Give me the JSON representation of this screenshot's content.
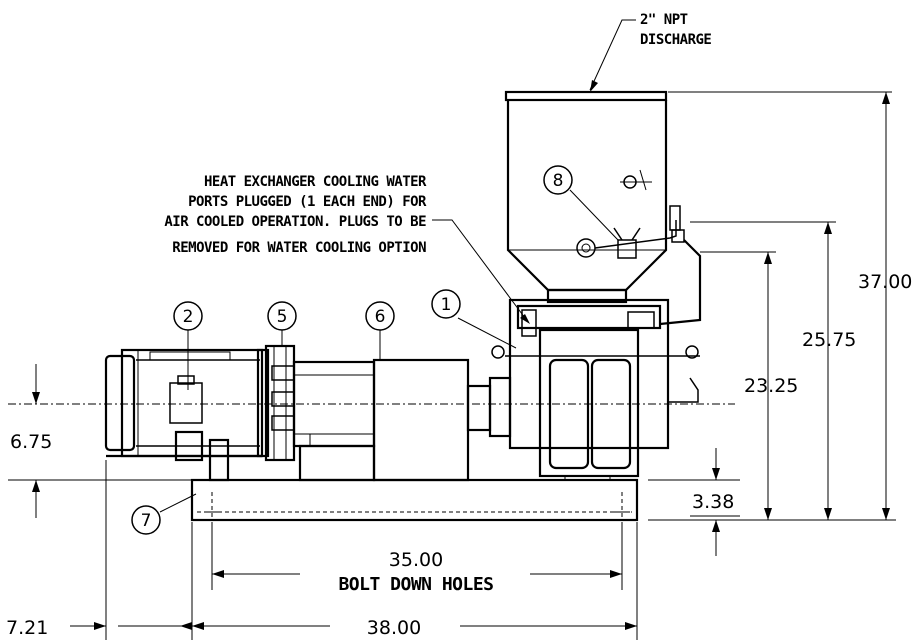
{
  "callouts": {
    "discharge_line1": "2\" NPT",
    "discharge_line2": "DISCHARGE",
    "heat_ex_line1": "HEAT EXCHANGER COOLING WATER",
    "heat_ex_line2": "PORTS PLUGGED (1 EACH END) FOR",
    "heat_ex_line3": "AIR COOLED OPERATION. PLUGS TO BE",
    "heat_ex_line4": "REMOVED FOR WATER COOLING OPTION",
    "bolt_holes": "BOLT DOWN HOLES"
  },
  "balloons": {
    "b1": "1",
    "b2": "2",
    "b5": "5",
    "b6": "6",
    "b7": "7",
    "b8": "8"
  },
  "dimensions": {
    "overall_height": "37.00",
    "discharge_height_a": "25.75",
    "discharge_height_b": "23.25",
    "shaft_height": "6.75",
    "base_height": "3.38",
    "bolt_span": "35.00",
    "overall_length": "38.00",
    "motor_overhang": "7.21"
  }
}
